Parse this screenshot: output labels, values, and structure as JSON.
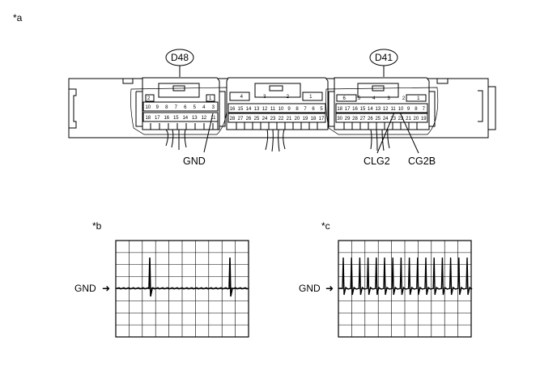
{
  "figure_labels": {
    "a": "*a",
    "b": "*b",
    "c": "*c"
  },
  "connectors": [
    {
      "id": "D48",
      "label": "D48"
    },
    {
      "id": "D41",
      "label": "D41"
    }
  ],
  "terminal_callouts": {
    "gnd": "GND",
    "clg2": "CLG2",
    "cg2b": "CG2B"
  },
  "scope_b": {
    "reference_label": "GND",
    "arrow_glyph": "➜"
  },
  "scope_c": {
    "reference_label": "GND",
    "arrow_glyph": "➜"
  },
  "pins": {
    "d48_small": [
      "2",
      "1"
    ],
    "d48_row1": [
      "10",
      "9",
      "8",
      "7",
      "6",
      "5",
      "4",
      "3"
    ],
    "d48_row2": [
      "18",
      "17",
      "16",
      "15",
      "14",
      "13",
      "12",
      "11"
    ],
    "mid_small": [
      "4",
      "3",
      "2",
      "1"
    ],
    "mid_row1": [
      "16",
      "15",
      "14",
      "13",
      "12",
      "11",
      "10",
      "9",
      "8",
      "7",
      "6",
      "5"
    ],
    "mid_row2": [
      "28",
      "27",
      "26",
      "25",
      "24",
      "23",
      "22",
      "21",
      "20",
      "19",
      "18",
      "17"
    ],
    "d41_small": [
      "6",
      "5",
      "4",
      "3",
      "2",
      "1"
    ],
    "d41_row1": [
      "18",
      "17",
      "16",
      "15",
      "14",
      "13",
      "12",
      "11",
      "10",
      "9",
      "8",
      "7"
    ],
    "d41_row2": [
      "30",
      "29",
      "28",
      "27",
      "26",
      "25",
      "24",
      "23",
      "22",
      "21",
      "20",
      "19"
    ]
  }
}
